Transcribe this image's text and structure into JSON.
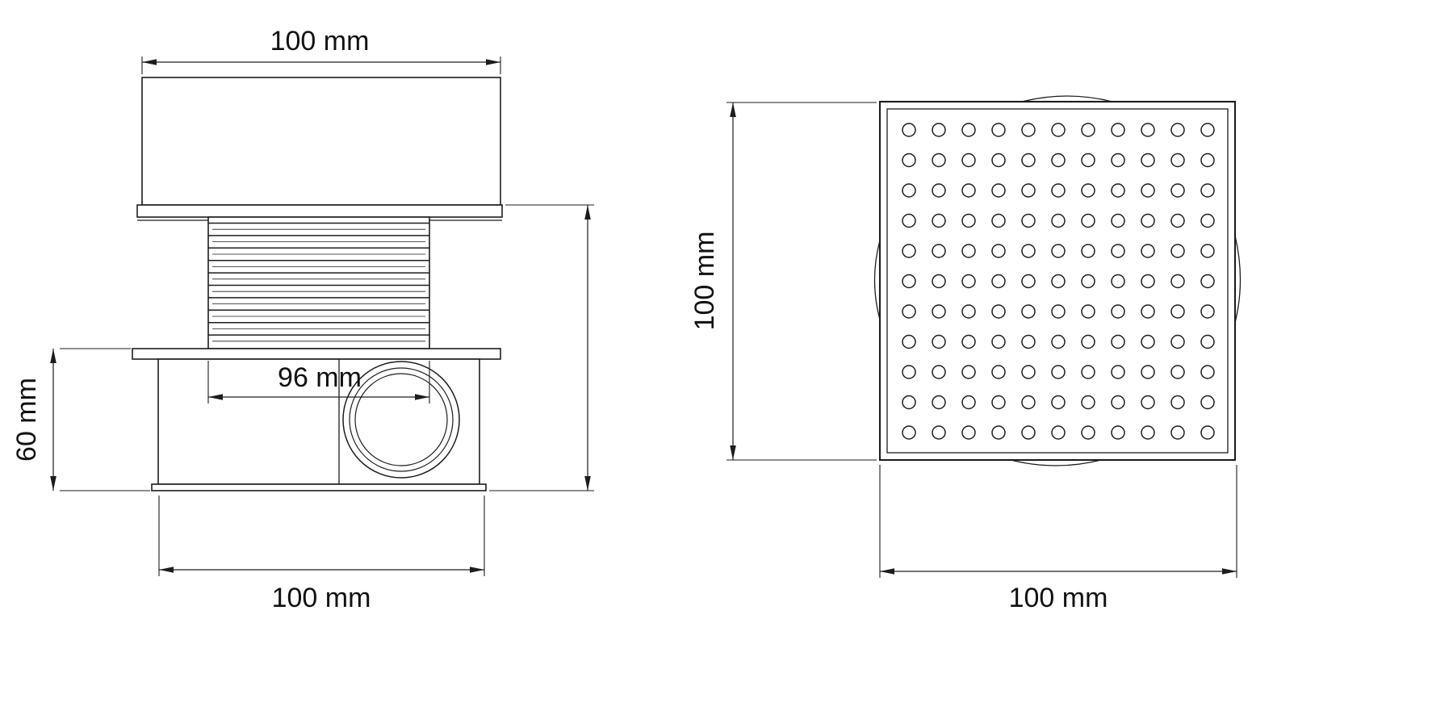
{
  "side_view": {
    "label_top_width": "100 mm",
    "label_inner_width": "96 mm",
    "label_height": "60 mm",
    "label_bottom_width": "100 mm"
  },
  "top_view": {
    "label_height": "100 mm",
    "label_width": "100 mm",
    "grate": {
      "hole_rows": 11,
      "hole_cols": 11
    }
  },
  "colors": {
    "line": "#1d1d1f",
    "background": "#ffffff"
  }
}
